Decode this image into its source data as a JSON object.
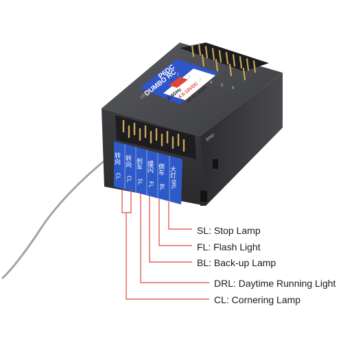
{
  "device": {
    "brand": "DUMBO RC",
    "model": "P6DC",
    "band": "2.4GHz",
    "voltage": "4.5-10VDC",
    "compliance": "CE FC RoHS",
    "led_label": "LED",
    "bind_label": "BIND",
    "channel_numbers": [
      "1",
      "2",
      "3",
      "4",
      "5",
      "6"
    ]
  },
  "front_panel": {
    "columns": [
      {
        "chinese": "转向",
        "code": "CL"
      },
      {
        "chinese": "转向",
        "code": "CL"
      },
      {
        "chinese": "刹车",
        "code": "SL"
      },
      {
        "chinese": "爆闪",
        "code": "FL"
      },
      {
        "chinese": "倒车",
        "code": "BL"
      },
      {
        "chinese": "大灯",
        "code": "DRL"
      }
    ]
  },
  "legend": [
    {
      "code": "SL",
      "text": "SL: Stop Lamp"
    },
    {
      "code": "FL",
      "text": "FL: Flash Light"
    },
    {
      "code": "BL",
      "text": "BL: Back-up Lamp"
    },
    {
      "code": "DRL",
      "text": "DRL: Daytime Running Light"
    },
    {
      "code": "CL",
      "text": "CL: Cornering Lamp"
    }
  ],
  "colors": {
    "housing": "#3a3a3c",
    "housing_dark": "#222224",
    "label_blue": "#2f55c9",
    "label_panel": "#2d5ac8",
    "leader_red": "#e0453a",
    "pin_gold": "#c9a55a",
    "antenna": "#a9a29a"
  }
}
